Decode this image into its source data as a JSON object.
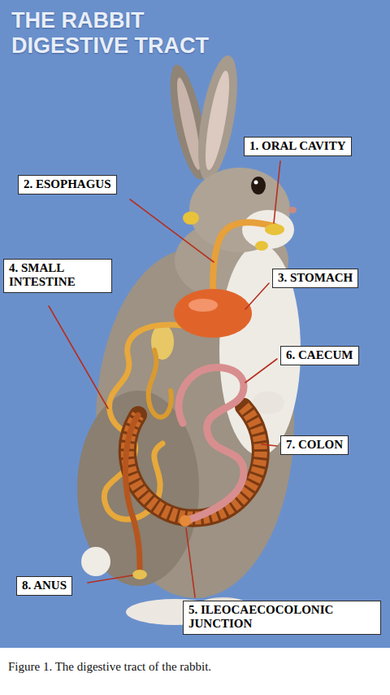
{
  "diagram": {
    "title": "THE RABBIT DIGESTIVE TRACT",
    "caption": "Figure 1. The digestive tract of the rabbit.",
    "nodes": [
      {
        "text": [
          "1. ORAL CAVITY"
        ]
      },
      {
        "text": [
          "2. ESOPHAGUS"
        ]
      },
      {
        "text": [
          "4. SMALL INTESTINE"
        ]
      },
      {
        "text": [
          "3. STOMACH"
        ]
      },
      {
        "text": [
          "6. CAECUM"
        ]
      },
      {
        "text": [
          "7. COLON"
        ]
      },
      {
        "text": [
          "8. ANUS"
        ]
      },
      {
        "text": [
          "5. ILEOCAECOCOLONIC JUNCTION"
        ]
      }
    ]
  }
}
